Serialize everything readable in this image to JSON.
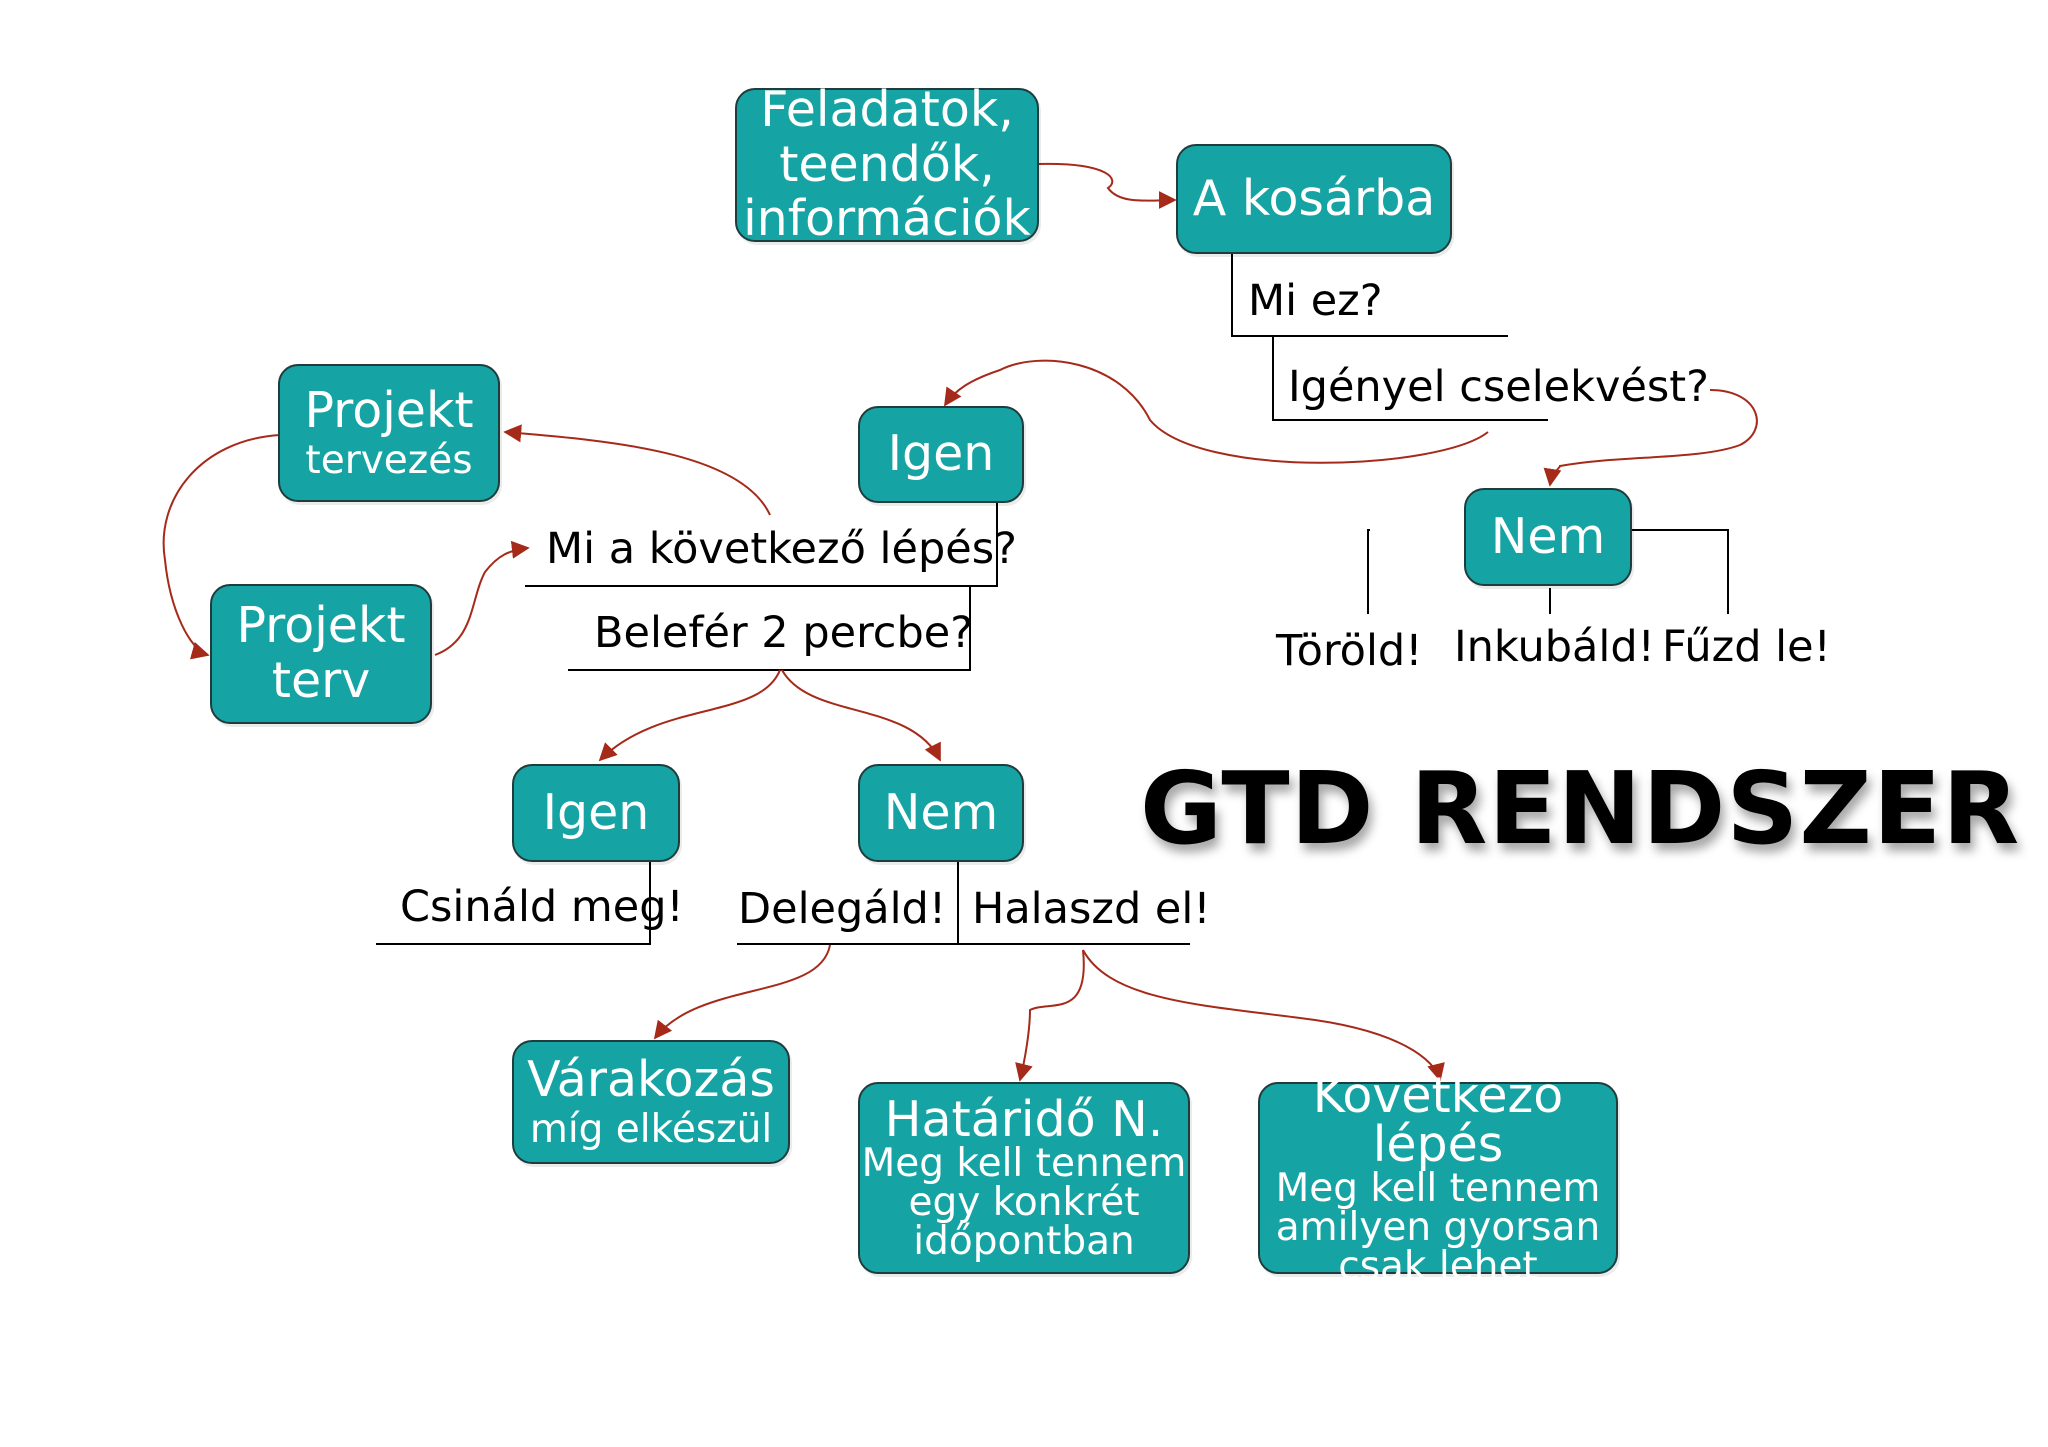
{
  "title": "GTD RENDSZER",
  "nodes": {
    "tasks": [
      "Feladatok,",
      "teendők,",
      "információk"
    ],
    "inbox": "A kosárba",
    "yes_top": "Igen",
    "no_top": "Nem",
    "project_planning": [
      "Projekt",
      "tervezés"
    ],
    "project_plan": [
      "Projekt",
      "terv"
    ],
    "yes_bottom": "Igen",
    "no_bottom": "Nem",
    "waiting": [
      "Várakozás",
      "míg elkészül"
    ],
    "deadline": [
      "Határidő N.",
      "Meg kell tennem",
      "egy konkrét",
      "időpontban"
    ],
    "next_action": [
      "Következő lépés",
      "Meg kell tennem",
      "amilyen gyorsan",
      "csak lehet"
    ]
  },
  "labels": {
    "what_is_it": "Mi ez?",
    "actionable": "Igényel cselekvést?",
    "next_step": "Mi a következő lépés?",
    "two_minutes": "Belefér 2 percbe?",
    "delete": "Töröld!",
    "incubate": "Inkubáld!",
    "file": "Fűzd le!",
    "do_it": "Csináld meg!",
    "delegate": "Delegáld!",
    "defer": "Halaszd el!"
  },
  "colors": {
    "node_fill": "#16a3a3",
    "node_border": "#1f3d3d",
    "arrow": "#a52a1a",
    "line": "#000000"
  }
}
